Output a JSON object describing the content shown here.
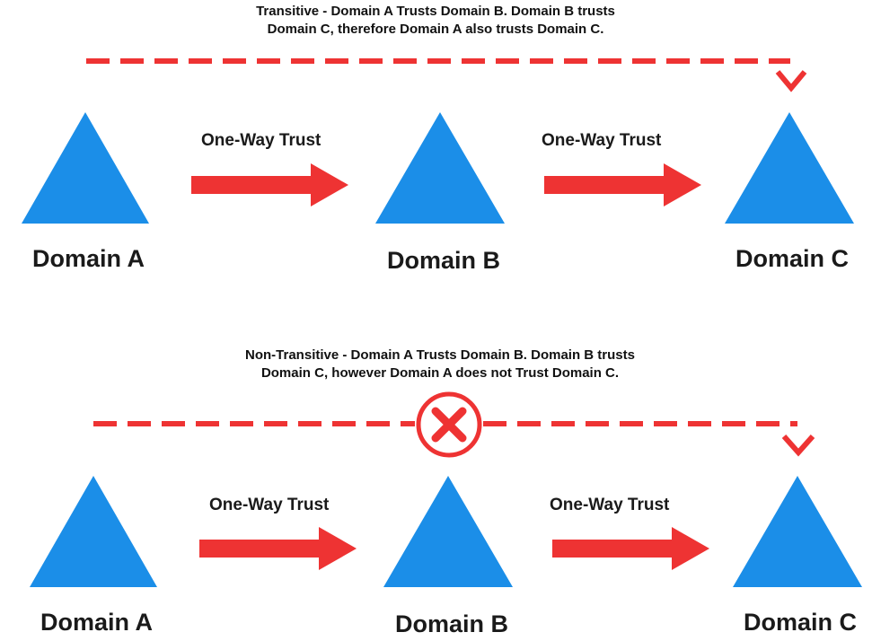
{
  "colors": {
    "domain": "#1b8ee8",
    "arrow": "#ee3333",
    "text": "#1a1a1a"
  },
  "transitive": {
    "caption_line1": "Transitive - Domain A Trusts Domain B. Domain B trusts",
    "caption_line2": "Domain C, therefore Domain A also trusts Domain C.",
    "domains": [
      "Domain A",
      "Domain B",
      "Domain C"
    ],
    "arrows": [
      "One-Way Trust",
      "One-Way Trust"
    ]
  },
  "non_transitive": {
    "caption_line1": "Non-Transitive - Domain A Trusts Domain B. Domain B trusts",
    "caption_line2": "Domain C, however Domain A does not Trust Domain C.",
    "domains": [
      "Domain A",
      "Domain B",
      "Domain C"
    ],
    "arrows": [
      "One-Way Trust",
      "One-Way Trust"
    ],
    "blocked_icon": "x-circle-icon"
  }
}
